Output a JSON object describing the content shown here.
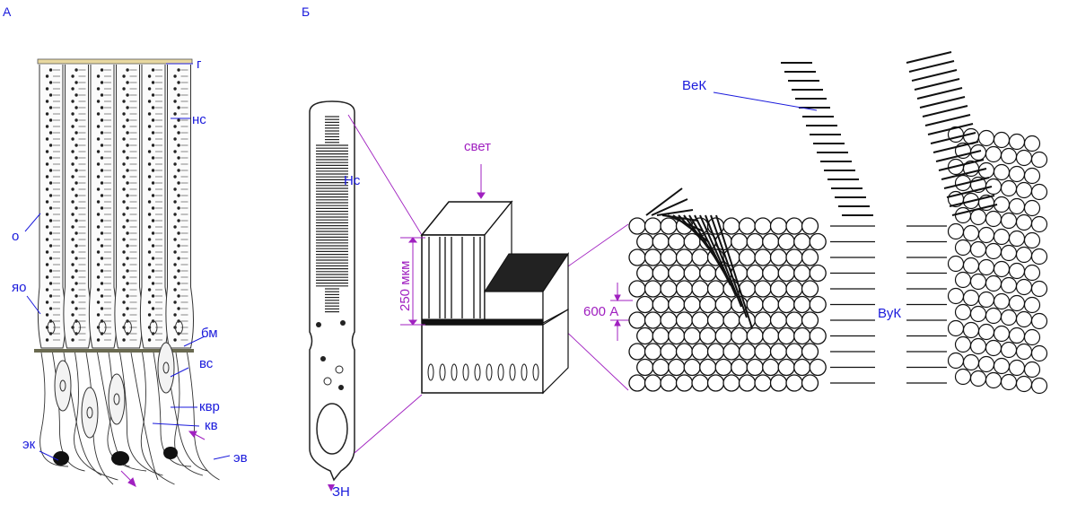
{
  "panels": {
    "a": "А",
    "b": "Б"
  },
  "labels_a": {
    "g": "г",
    "ns": "нс",
    "o": "о",
    "yao": "яо",
    "bm": "бм",
    "vs": "вс",
    "kvr": "квр",
    "kv": "кв",
    "ek": "эк",
    "ev": "эв"
  },
  "labels_b": {
    "ns": "Нс",
    "zn": "ЗН",
    "light": "свет",
    "height": "250 мкм",
    "spacing": "600 А",
    "vek": "ВеК",
    "vuk": "ВуК"
  },
  "colors": {
    "blue_label": "#1a1adc",
    "magenta_label": "#a020c0"
  }
}
